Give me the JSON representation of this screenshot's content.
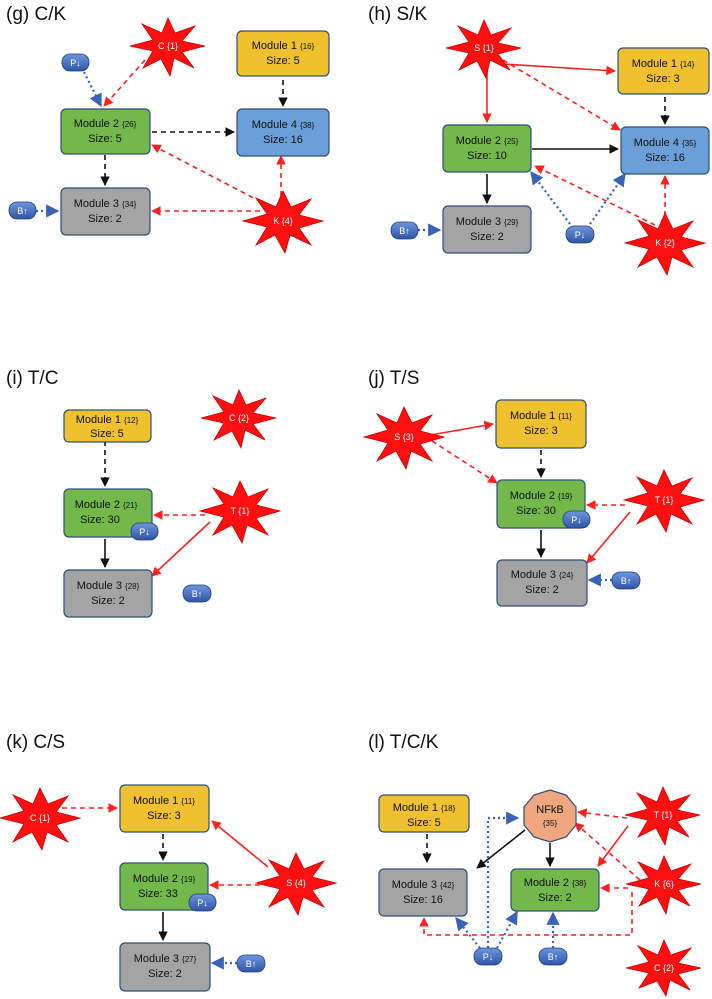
{
  "colors": {
    "yellow": "#efc12f",
    "green": "#73b84a",
    "blue": "#6a9fd8",
    "gray": "#a4a4a4",
    "stroke": "#2e4f7a",
    "star": "#ff1010",
    "pill": "#4472c4",
    "dot_blue": "#3a62b5",
    "red_arrow": "#ff2020",
    "black_arrow": "#111111",
    "nfkb": "#f0a77f"
  },
  "panels": [
    {
      "title": "(g) C/K"
    },
    {
      "title": "(h) S/K"
    },
    {
      "title": "(i) T/C"
    },
    {
      "title": "(j) T/S"
    },
    {
      "title": "(k) C/S"
    },
    {
      "title": "(l) T/C/K"
    }
  ],
  "modules": {
    "g1": {
      "name": "Module 1",
      "count": "{16}",
      "size": "Size: 5"
    },
    "g2": {
      "name": "Module 2",
      "count": "{26}",
      "size": "Size: 5"
    },
    "g3": {
      "name": "Module 3",
      "count": "{34}",
      "size": "Size: 2"
    },
    "g4": {
      "name": "Module 4",
      "count": "{38}",
      "size": "Size: 16"
    },
    "h1": {
      "name": "Module 1",
      "count": "{14}",
      "size": "Size: 3"
    },
    "h2": {
      "name": "Module 2",
      "count": "{25}",
      "size": "Size: 10"
    },
    "h3": {
      "name": "Module 3",
      "count": "{29}",
      "size": "Size: 2"
    },
    "h4": {
      "name": "Module 4",
      "count": "{35}",
      "size": "Size: 16"
    },
    "i1": {
      "name": "Module 1",
      "count": "{12}",
      "size": "Size: 5"
    },
    "i2": {
      "name": "Module 2",
      "count": "{21}",
      "size": "Size: 30"
    },
    "i3": {
      "name": "Module 3",
      "count": "{28}",
      "size": "Size: 2"
    },
    "j1": {
      "name": "Module 1",
      "count": "{11}",
      "size": "Size: 3"
    },
    "j2": {
      "name": "Module 2",
      "count": "{19}",
      "size": "Size: 30"
    },
    "j3": {
      "name": "Module 3",
      "count": "{24}",
      "size": "Size: 2"
    },
    "k1": {
      "name": "Module 1",
      "count": "{11}",
      "size": "Size: 3"
    },
    "k2": {
      "name": "Module 2",
      "count": "{19}",
      "size": "Size: 33"
    },
    "k3": {
      "name": "Module 3",
      "count": "{27}",
      "size": "Size: 2"
    },
    "l1": {
      "name": "Module 1",
      "count": "{18}",
      "size": "Size: 5"
    },
    "l2": {
      "name": "Module 2",
      "count": "{38}",
      "size": "Size: 2"
    },
    "l3": {
      "name": "Module 3",
      "count": "{42}",
      "size": "Size: 16"
    }
  },
  "nfkb": {
    "name": "NFkB",
    "count": "{35}"
  },
  "stars": {
    "gC": "C {1}",
    "gK": "K {4}",
    "hS": "S {1}",
    "hK": "K {2}",
    "iC": "C {2}",
    "iT": "T {1}",
    "jS": "S {3}",
    "jT": "T {1}",
    "kC": "C {1}",
    "kS": "S {4}",
    "lT": "T {1}",
    "lK": "K {6}",
    "lC": "C {2}"
  },
  "pills": {
    "down": "P↓",
    "up": "B↑"
  }
}
